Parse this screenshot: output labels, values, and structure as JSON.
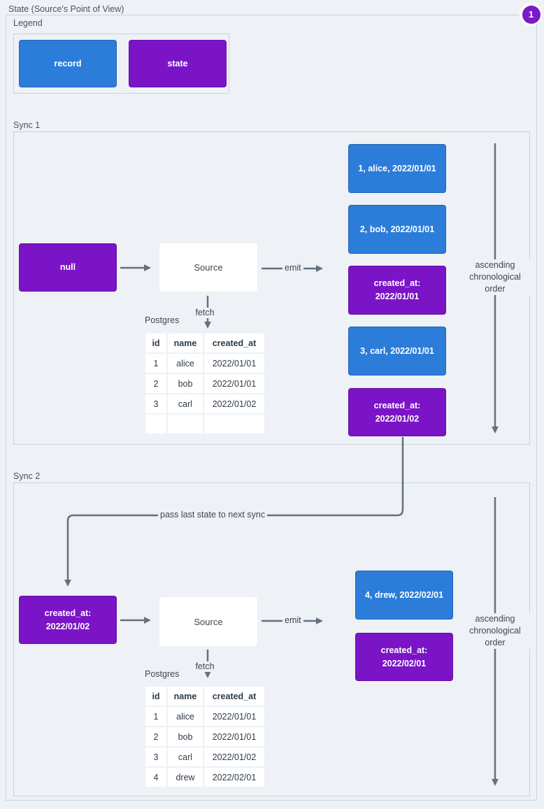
{
  "page": {
    "title": "State (Source's Point of View)",
    "badge_number": "1"
  },
  "colors": {
    "record_blue": "#2b7dd9",
    "state_purple": "#7a14c6",
    "badge_purple": "#7a1bc9",
    "wire_gray": "#64717d",
    "frame_border": "#c9d2dc",
    "background": "#eef1f5"
  },
  "legend": {
    "label": "Legend",
    "record_label": "record",
    "state_label": "state"
  },
  "pass_label": "pass last state to next sync",
  "sync1": {
    "label": "Sync 1",
    "input_state": "null",
    "source_label": "Source",
    "emit_label": "emit",
    "fetch_label": "fetch",
    "postgres_label": "Postgres",
    "order_note": "ascending\nchronological\norder",
    "table": {
      "headers": [
        "id",
        "name",
        "created_at"
      ],
      "rows": [
        [
          "1",
          "alice",
          "2022/01/01"
        ],
        [
          "2",
          "bob",
          "2022/01/01"
        ],
        [
          "3",
          "carl",
          "2022/01/02"
        ],
        [
          "",
          "",
          ""
        ]
      ]
    },
    "outputs": [
      {
        "type": "record",
        "text": "1, alice, 2022/01/01"
      },
      {
        "type": "record",
        "text": "2, bob, 2022/01/01"
      },
      {
        "type": "state",
        "text": "created_at:\n2022/01/01"
      },
      {
        "type": "record",
        "text": "3, carl, 2022/01/01"
      },
      {
        "type": "state",
        "text": "created_at:\n2022/01/02"
      }
    ]
  },
  "sync2": {
    "label": "Sync 2",
    "input_state": "created_at:\n2022/01/02",
    "source_label": "Source",
    "emit_label": "emit",
    "fetch_label": "fetch",
    "postgres_label": "Postgres",
    "order_note": "ascending\nchronological\norder",
    "table": {
      "headers": [
        "id",
        "name",
        "created_at"
      ],
      "rows": [
        [
          "1",
          "alice",
          "2022/01/01"
        ],
        [
          "2",
          "bob",
          "2022/01/01"
        ],
        [
          "3",
          "carl",
          "2022/01/02"
        ],
        [
          "4",
          "drew",
          "2022/02/01"
        ]
      ]
    },
    "outputs": [
      {
        "type": "record",
        "text": "4, drew, 2022/02/01"
      },
      {
        "type": "state",
        "text": "created_at:\n2022/02/01"
      }
    ]
  }
}
